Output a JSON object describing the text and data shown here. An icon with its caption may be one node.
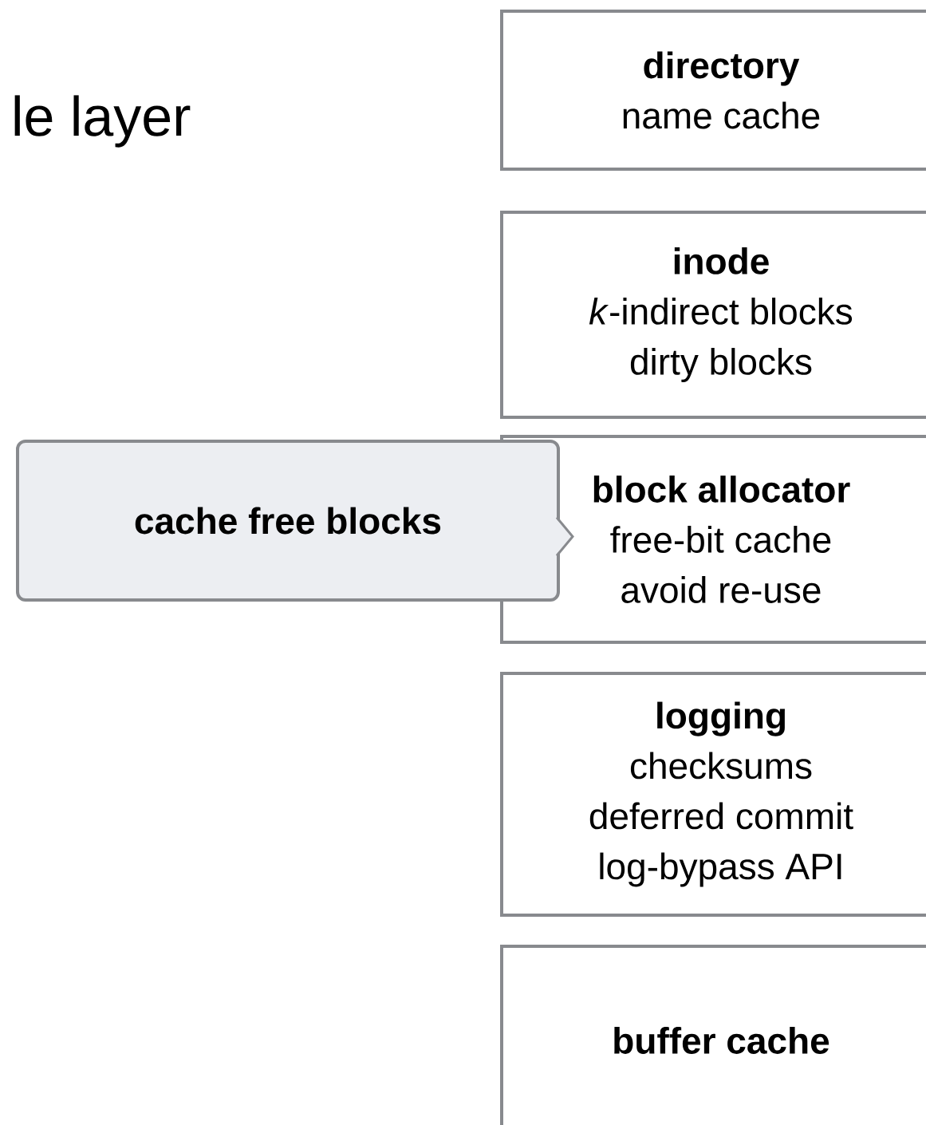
{
  "diagram": {
    "nodes": [
      {
        "text": [
          "directory",
          "name cache"
        ]
      },
      {
        "text": [
          "inode",
          "*k*-indirect blocks",
          "dirty blocks"
        ]
      },
      {
        "text": [
          "block allocator",
          "free-bit cache",
          "avoid re-use"
        ]
      },
      {
        "text": [
          "logging",
          "checksums",
          "deferred commit",
          "log-bypass API"
        ]
      },
      {
        "text": [
          "buffer cache"
        ]
      },
      {
        "text": [
          "cache free blocks"
        ]
      }
    ],
    "labels": [
      "le layer"
    ]
  }
}
